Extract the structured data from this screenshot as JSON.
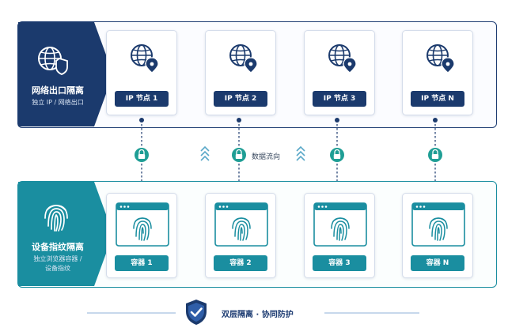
{
  "network_layer": {
    "title": "网络出口隔离",
    "subtitle": "独立 IP / 网络出口",
    "nodes": [
      {
        "label": "IP 节点 1"
      },
      {
        "label": "IP 节点 2"
      },
      {
        "label": "IP 节点 3"
      },
      {
        "label": "IP 节点 N"
      }
    ]
  },
  "device_layer": {
    "title": "设备指纹隔离",
    "subtitle_line1": "独立浏览器容器 /",
    "subtitle_line2": "设备指纹",
    "containers": [
      {
        "label": "容器 1"
      },
      {
        "label": "容器 2"
      },
      {
        "label": "容器 3"
      },
      {
        "label": "容器 N"
      }
    ]
  },
  "flow_label": "数据流向",
  "footer": {
    "text": "双层隔离 · 协同防护"
  },
  "colors": {
    "navy": "#1b3a6d",
    "teal": "#1a8ea0",
    "lock": "#1f9e95"
  }
}
